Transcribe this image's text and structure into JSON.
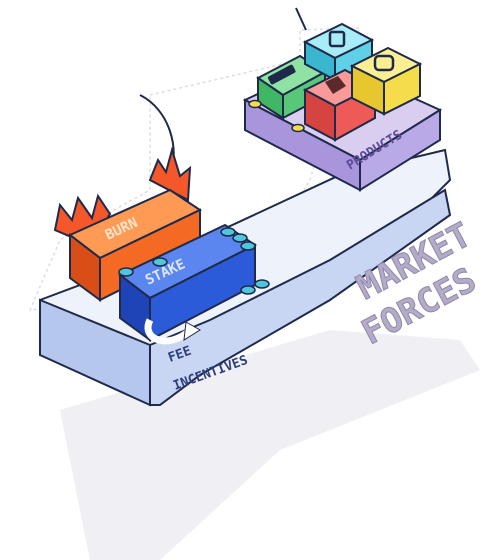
{
  "labels": {
    "burn": "BURN",
    "stake": "STAKE",
    "products": "PRODUCTS",
    "fee_incentives_line1": "FEE",
    "fee_incentives_line2": "INCENTIVES",
    "market_forces_line1": "MARKET",
    "market_forces_line2": "FORCES"
  },
  "product_tiles": [
    {
      "icon": "brand-logo-tile-icon",
      "color": "#57c877"
    },
    {
      "icon": "square-logo-icon",
      "color": "#5fd0e6"
    },
    {
      "icon": "emblem-logo-icon",
      "color": "#ee5a57"
    },
    {
      "icon": "rounded-square-icon",
      "color": "#f4dc4a"
    }
  ],
  "colors": {
    "platform": "#c9d6f3",
    "platform_dark": "#9fb3e3",
    "products_base": "#b9a9e6",
    "products_dark": "#8e7bcf",
    "burn": "#f46a25",
    "flame": "#f4572a",
    "stake": "#2b5bd9",
    "coin": "#4fc6db",
    "outline": "#1f2a4a",
    "shadow": "#ececf2",
    "market_forces": "#b3abc8"
  }
}
